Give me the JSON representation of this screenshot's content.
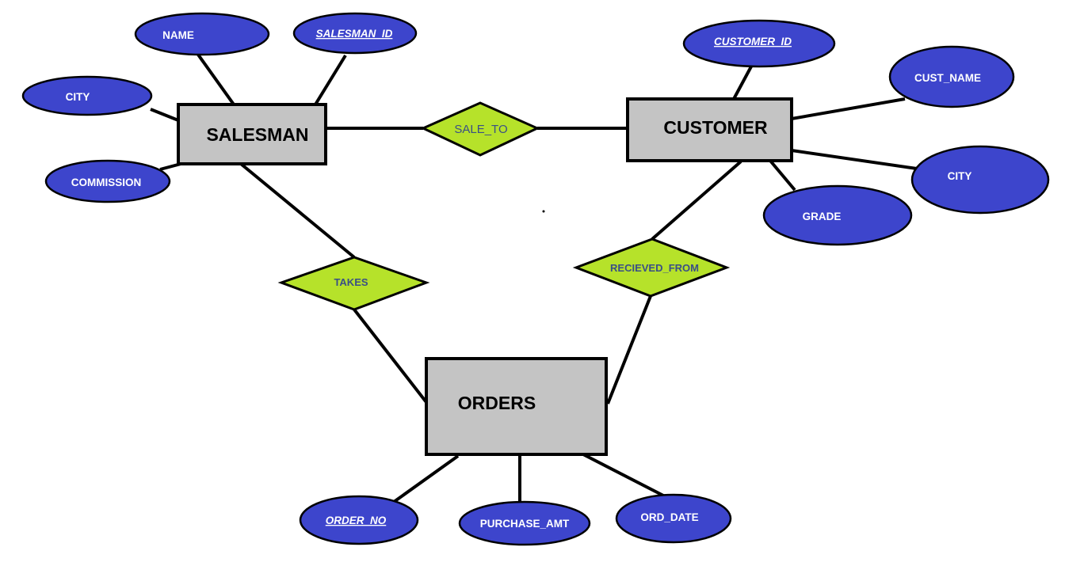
{
  "entities": {
    "salesman": "SALESMAN",
    "customer": "CUSTOMER",
    "orders": "ORDERS"
  },
  "relationships": {
    "sale_to": "SALE_TO",
    "takes": "TAKES",
    "recieved_from": "RECIEVED_FROM"
  },
  "attributes": {
    "salesman": {
      "name": "NAME",
      "salesman_id": "SALESMAN_ID",
      "city": "CITY",
      "commission": "COMMISSION"
    },
    "customer": {
      "customer_id": "CUSTOMER_ID",
      "cust_name": "CUST_NAME",
      "city": "CITY",
      "grade": "GRADE"
    },
    "orders": {
      "order_no": "ORDER_NO",
      "purchase_amt": "PURCHASE_AMT",
      "ord_date": "ORD_DATE"
    }
  },
  "colors": {
    "entity_fill": "#c4c4c4",
    "relationship_fill": "#b6e22a",
    "attribute_fill": "#3d45cc",
    "relationship_text": "#3a4f86",
    "attribute_text": "#ffffff"
  }
}
